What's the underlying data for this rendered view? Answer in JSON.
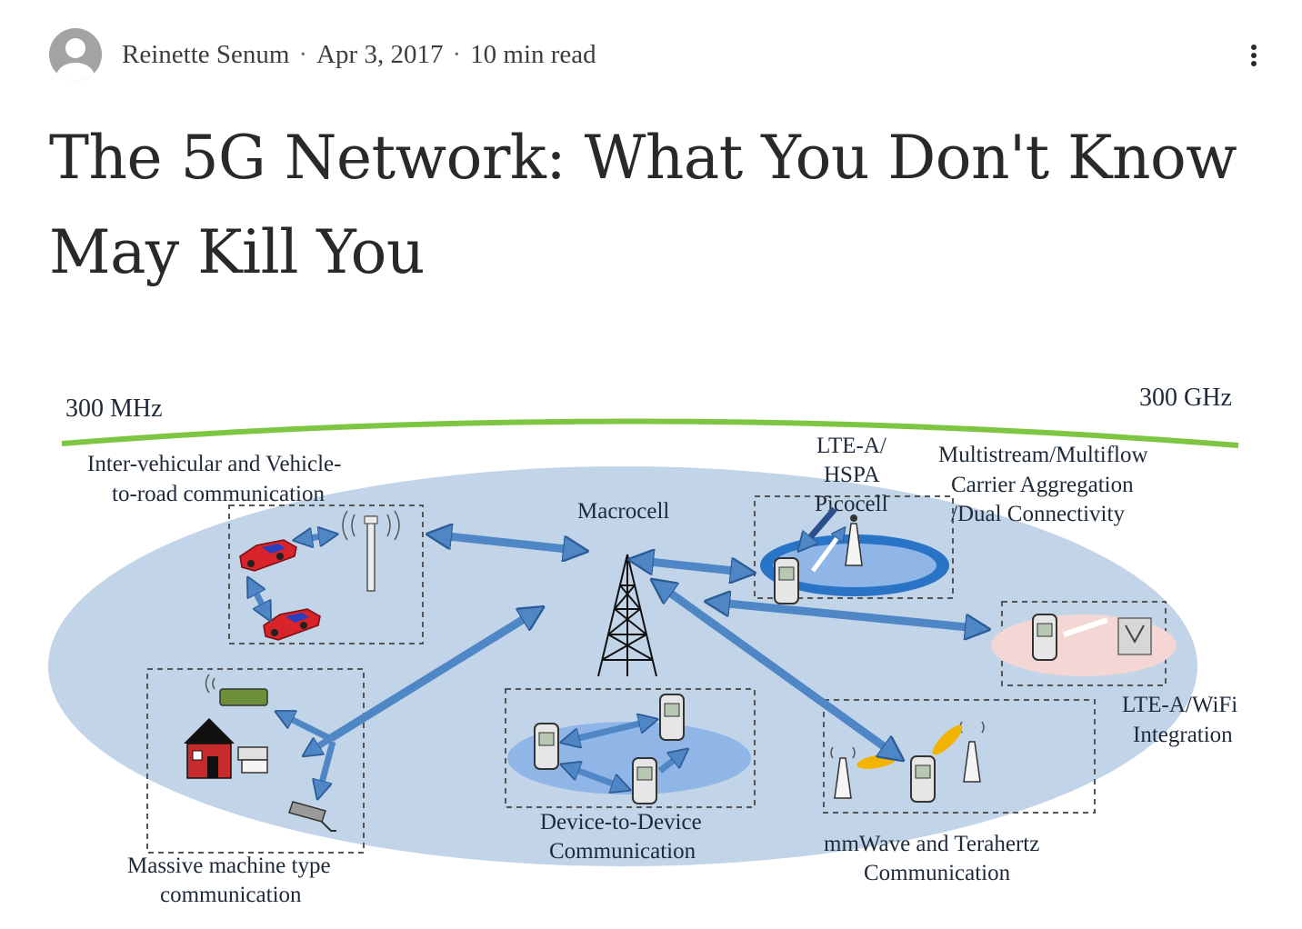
{
  "byline": {
    "author": "Reinette Senum",
    "separator": "·",
    "date": "Apr 3, 2017",
    "read_time": "10 min read"
  },
  "article": {
    "title": "The 5G Network: What You Don't Know May Kill You"
  },
  "diagram": {
    "spectrum_low": "300 MHz",
    "spectrum_high": "300 GHz",
    "vehicular_line1": "Inter-vehicular and Vehicle-",
    "vehicular_line2": "to-road communication",
    "macrocell": "Macrocell",
    "lte_line1": "LTE-A/",
    "lte_line2": "HSPA",
    "lte_line3": "Picocell",
    "multi_line1": "Multistream/Multiflow",
    "multi_line2": "Carrier Aggregation",
    "multi_line3": "/Dual Connectivity",
    "wifi_line1": "LTE-A/WiFi",
    "wifi_line2": "Integration",
    "d2d_line1": "Device-to-Device",
    "d2d_line2": "Communication",
    "mmwave_line1": "mmWave and Terahertz",
    "mmwave_line2": "Communication",
    "massive_line1": "Massive machine type",
    "massive_line2": "communication",
    "colors": {
      "ellipse": "#c2d4e8",
      "arrow": "#4f86c6",
      "spectrum_line": "#7dc642",
      "car": "#d8232a",
      "wifi_zone": "#f4d6d4",
      "mmwave_beam": "#f2b400"
    }
  }
}
